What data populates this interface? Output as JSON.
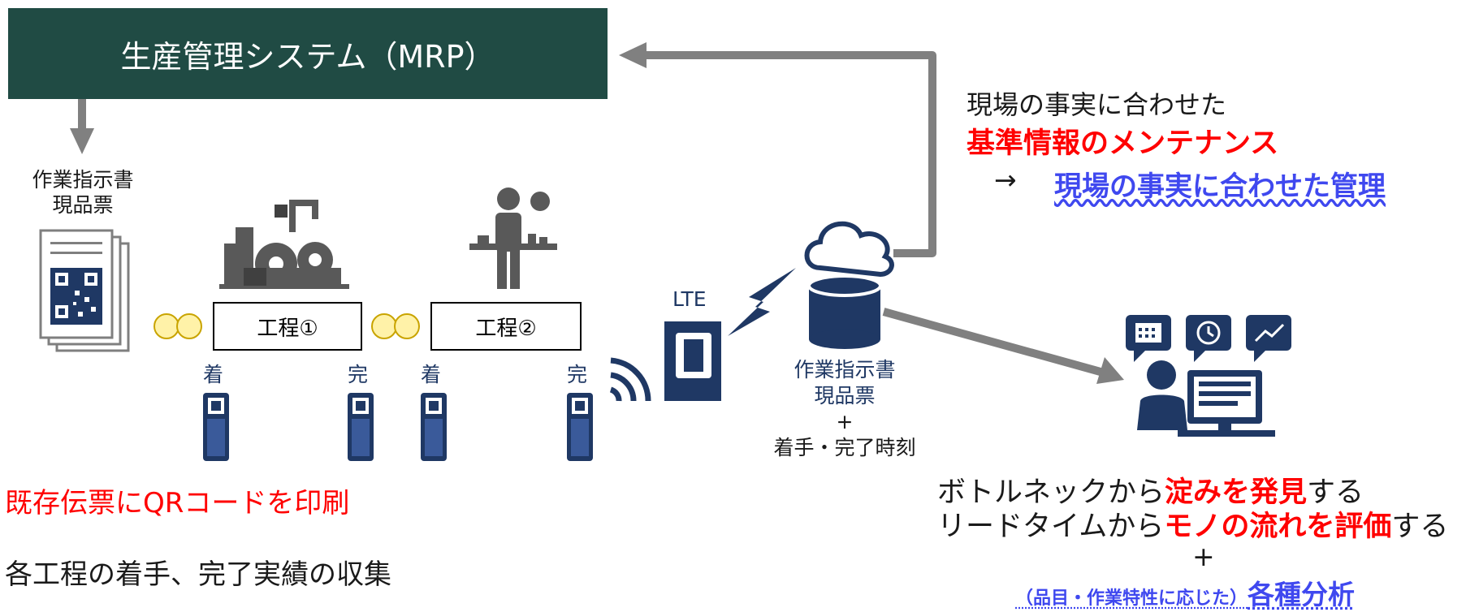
{
  "mrp": {
    "title": "生産管理システム（MRP）"
  },
  "left_doc": {
    "line1": "作業指示書",
    "line2": "現品票"
  },
  "processes": [
    {
      "label": "工程①"
    },
    {
      "label": "工程②"
    }
  ],
  "scan_labels": {
    "start1": "着",
    "done1": "完",
    "start2": "着",
    "done2": "完"
  },
  "lte": "LTE",
  "cloud_caption": {
    "line1": "作業指示書",
    "line2": "現品票",
    "line3": "+",
    "line4": "着手・完了時刻"
  },
  "feedback": {
    "line1": "現場の事実に合わせた",
    "line2": "基準情報のメンテナンス",
    "arrow": "→",
    "line3": "現場の事実に合わせた管理"
  },
  "bottom_left": {
    "line1": "既存伝票にQRコードを印刷",
    "line2": "各工程の着手、完了実績の収集"
  },
  "bottom_right": {
    "l1_a": "ボトルネックから",
    "l1_b": "淀みを発見",
    "l1_c": "する",
    "l2_a": "リードタイムから",
    "l2_b": "モノの流れを評価",
    "l2_c": "する",
    "plus": "+",
    "l3_a": "（品目・作業特性に応じた）",
    "l3_b": "各種分析"
  },
  "colors": {
    "mrp_bg": "#204b44",
    "arrow": "#808080",
    "navy": "#1f3864",
    "red": "#ff0000",
    "blue": "#3f48ef",
    "token": "#fff2a8"
  },
  "icons": [
    "document-qr-icon",
    "factory-gears-icon",
    "worker-icon",
    "handheld-scanner-icon",
    "wireless-signal-icon",
    "sim-card-icon",
    "lightning-icon",
    "cloud-database-icon",
    "analyst-computer-icon",
    "calendar-icon",
    "clock-icon",
    "chart-icon"
  ]
}
